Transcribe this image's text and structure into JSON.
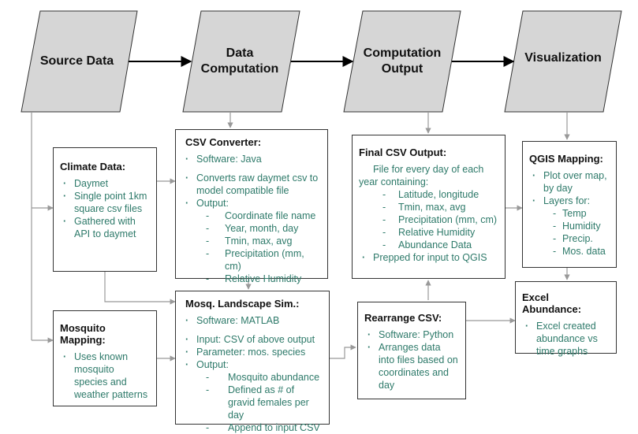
{
  "stages": {
    "source": "Source Data",
    "computation": "Data\nComputation",
    "output": "Computation\nOutput",
    "visualization": "Visualization"
  },
  "climate": {
    "title": "Climate Data:",
    "items": [
      "Daymet",
      "Single point 1km square csv files",
      "Gathered with API to daymet"
    ]
  },
  "mosq_map": {
    "title": "Mosquito Mapping:",
    "items": [
      "Uses known mosquito species and weather patterns"
    ]
  },
  "csv_conv": {
    "title": "CSV Converter:",
    "software": "Software: Java",
    "convert": "Converts raw daymet csv to model compatible file",
    "output": "Output:",
    "sub": [
      "Coordinate file name",
      "Year, month, day",
      "Tmin, max, avg",
      "Precipitation (mm, cm)",
      "Relative Humidity"
    ]
  },
  "landscape": {
    "title": "Mosq. Landscape Sim.:",
    "software": "Software: MATLAB",
    "input": "Input: CSV  of above output",
    "param": "Parameter: mos. species",
    "output": "Output:",
    "sub": [
      "Mosquito abundance",
      "Defined as # of gravid females per day",
      "Append to input CSV"
    ]
  },
  "final": {
    "title": "Final CSV Output:",
    "lead": "File for every day of each year containing:",
    "sub": [
      "Latitude, longitude",
      "Tmin, max, avg",
      "Precipitation (mm, cm)",
      "Relative Humidity",
      "Abundance Data"
    ],
    "prepped": "Prepped for input to QGIS"
  },
  "rearrange": {
    "title": "Rearrange CSV:",
    "items": [
      "Software: Python",
      "Arranges data into files based on coordinates and day"
    ]
  },
  "qgis": {
    "title": "QGIS Mapping:",
    "plot": "Plot over map, by day",
    "layers": "Layers for:",
    "sub": [
      "Temp",
      "Humidity",
      "Precip.",
      "Mos. data"
    ]
  },
  "excel": {
    "title": "Excel Abundance:",
    "items": [
      "Excel created abundance vs time graphs"
    ]
  }
}
